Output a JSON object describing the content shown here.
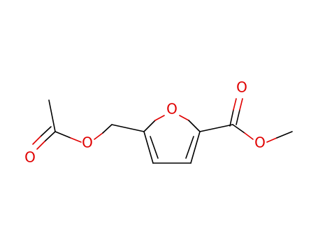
{
  "molecule": {
    "atoms": {
      "o_carbonyl_left": {
        "symbol": "O",
        "color": "#e00000"
      },
      "o_ester_left": {
        "symbol": "O",
        "color": "#e00000"
      },
      "o_furan": {
        "symbol": "O",
        "color": "#e00000"
      },
      "o_carbonyl_right": {
        "symbol": "O",
        "color": "#e00000"
      },
      "o_ester_right": {
        "symbol": "O",
        "color": "#e00000"
      }
    },
    "bond_color": "#000000",
    "heteroatom_color": "#e00000"
  }
}
